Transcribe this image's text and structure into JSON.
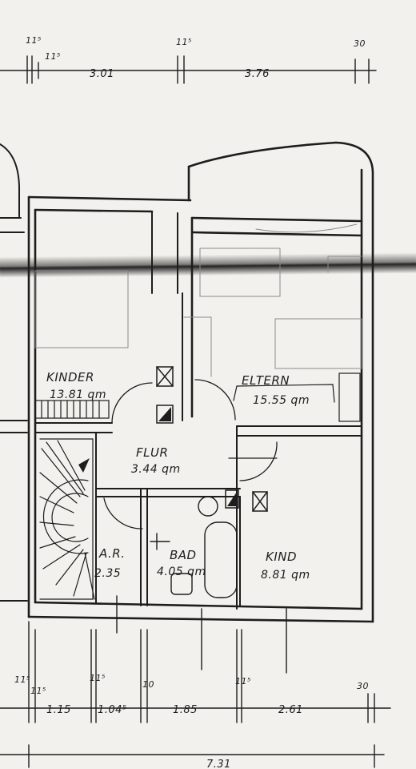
{
  "dimensions_top": {
    "marks": [
      "11⁵",
      "11⁵",
      "11⁵",
      "30"
    ],
    "segments": [
      "3.01",
      "3.76"
    ]
  },
  "dimensions_bottom": {
    "marks": [
      "11⁵",
      "11⁵",
      "11⁵",
      "10",
      "11⁵",
      "30"
    ],
    "segments": [
      "1.15",
      "1.04⁵",
      "1.85",
      "2.61"
    ],
    "total": "7.31"
  },
  "rooms": [
    {
      "name": "KINDER",
      "area": "13.81 qm"
    },
    {
      "name": "ELTERN",
      "area": "15.55 qm"
    },
    {
      "name": "FLUR",
      "area": "3.44 qm"
    },
    {
      "name": "A.R.",
      "area": "2.35"
    },
    {
      "name": "BAD",
      "area": "4.05 qm"
    },
    {
      "name": "KIND",
      "area": "8.81 qm"
    }
  ],
  "colors": {
    "paper": "#f2f1ed",
    "ink": "#1d1d1d",
    "pencil": "#8a8a8a"
  }
}
